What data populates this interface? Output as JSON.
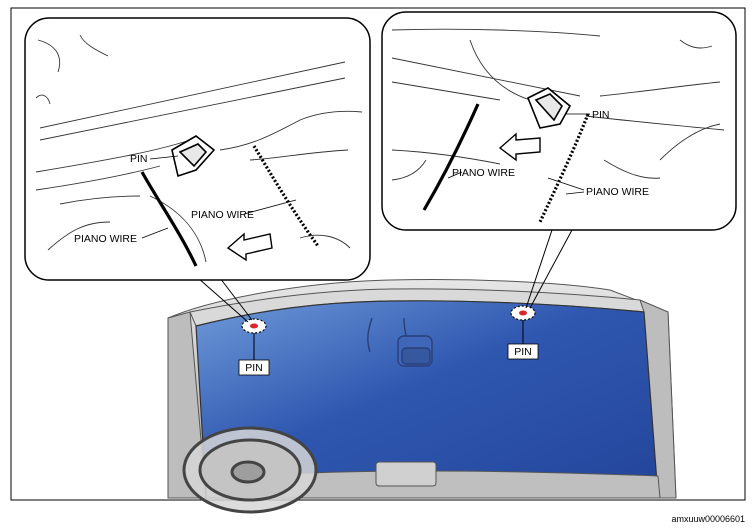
{
  "figure": {
    "code": "amxuuw00006601",
    "labels": {
      "left_inset": {
        "pin": "PIN",
        "piano_wire_upper": "PIANO WIRE",
        "piano_wire_lower": "PIANO WIRE"
      },
      "right_inset": {
        "pin": "PIN",
        "piano_wire_left": "PIANO WIRE",
        "piano_wire_right": "PIANO WIRE"
      },
      "main_view": {
        "pin_left": "PIN",
        "pin_right": "PIN"
      }
    }
  },
  "colors": {
    "glass": "#2f57b0",
    "glass_light": "#6f9ad8",
    "frame": "#c8c8c8",
    "line": "#000000",
    "pin_marker": "#d8262b"
  }
}
